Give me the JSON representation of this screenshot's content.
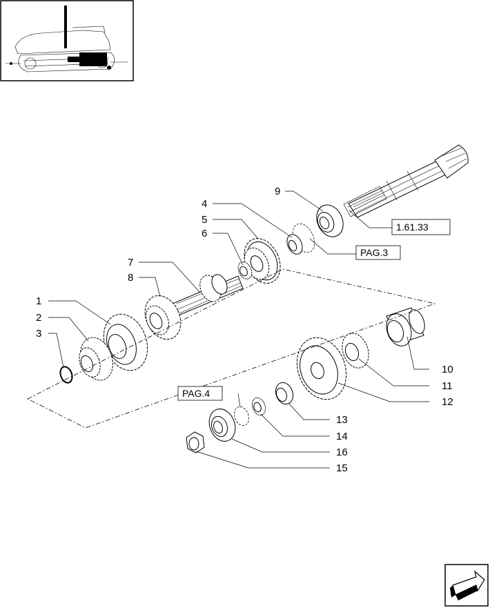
{
  "diagram": {
    "callouts": [
      {
        "id": "1",
        "label": "1"
      },
      {
        "id": "2",
        "label": "2"
      },
      {
        "id": "3",
        "label": "3"
      },
      {
        "id": "4",
        "label": "4"
      },
      {
        "id": "5",
        "label": "5"
      },
      {
        "id": "6",
        "label": "6"
      },
      {
        "id": "7",
        "label": "7"
      },
      {
        "id": "8",
        "label": "8"
      },
      {
        "id": "9",
        "label": "9"
      },
      {
        "id": "10",
        "label": "10"
      },
      {
        "id": "11",
        "label": "11"
      },
      {
        "id": "12",
        "label": "12"
      },
      {
        "id": "13",
        "label": "13"
      },
      {
        "id": "14",
        "label": "14"
      },
      {
        "id": "15",
        "label": "15"
      },
      {
        "id": "16",
        "label": "16"
      }
    ],
    "references": {
      "ref_section": "1.61.33",
      "ref_page3": "PAG.3",
      "ref_page4": "PAG.4"
    }
  },
  "icons": {
    "thumbnail": "tractor-location-icon",
    "navigation": "next-page-arrow-icon"
  }
}
